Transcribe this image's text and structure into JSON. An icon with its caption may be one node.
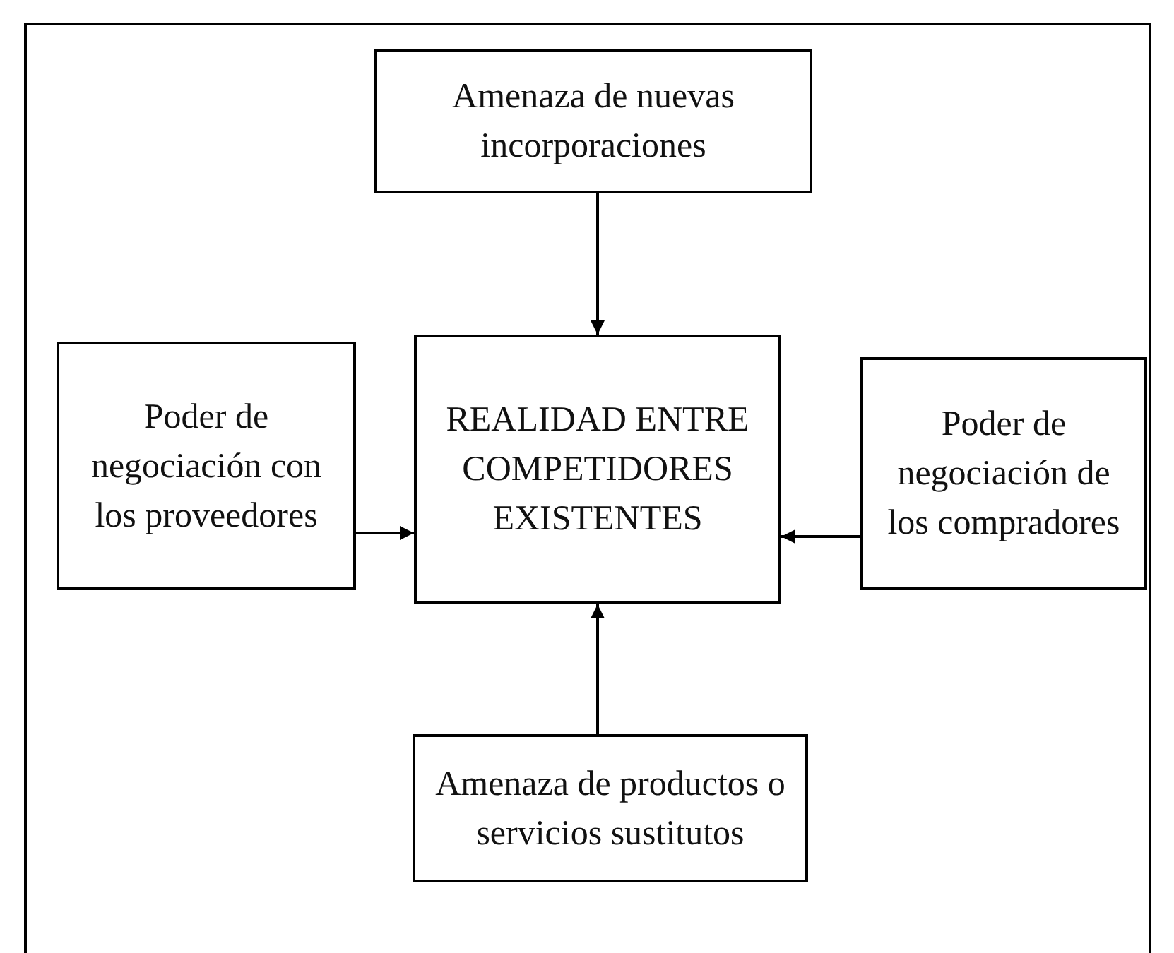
{
  "diagram": {
    "nodes": [
      {
        "text": [
          "Amenaza de nuevas incorporaciones"
        ]
      },
      {
        "text": [
          "Poder de negociación con los proveedores"
        ]
      },
      {
        "text": [
          "REALIDAD ENTRE COMPETIDORES EXISTENTES"
        ]
      },
      {
        "text": [
          "Poder de negociación de los compradores"
        ]
      },
      {
        "text": [
          "Amenaza de productos o servicios sustitutos"
        ]
      }
    ],
    "edges": [
      {
        "from": 0,
        "to": 2,
        "arrow": "to"
      },
      {
        "from": 1,
        "to": 2,
        "arrow": "to"
      },
      {
        "from": 3,
        "to": 2,
        "arrow": "to"
      },
      {
        "from": 4,
        "to": 2,
        "arrow": "to"
      }
    ]
  }
}
